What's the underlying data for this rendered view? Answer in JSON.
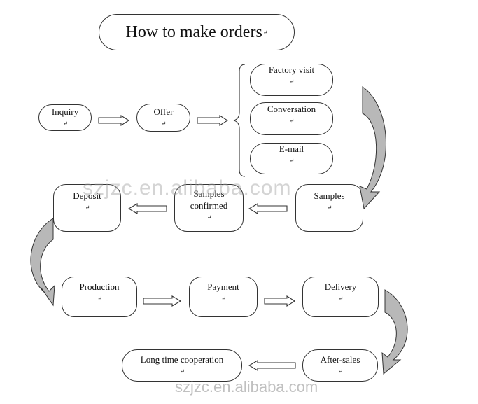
{
  "title": "How to make orders",
  "return_mark": "↵",
  "nodes": {
    "inquiry": "Inquiry",
    "offer": "Offer",
    "factory_visit": "Factory visit",
    "conversation": "Conversation",
    "email": "E-mail",
    "samples": "Samples",
    "samples_confirmed": "Samples\nconfirmed",
    "deposit": "Deposit",
    "production": "Production",
    "payment": "Payment",
    "delivery": "Delivery",
    "after_sales": "After-sales",
    "long_time_cooperation": "Long time cooperation"
  },
  "watermark": {
    "main": "szjzc.en.alibaba.com",
    "footer": "szjzc.en.alibaba.com"
  },
  "colors": {
    "curved_arrow_fill": "#b8b8b8",
    "border": "#333333"
  }
}
